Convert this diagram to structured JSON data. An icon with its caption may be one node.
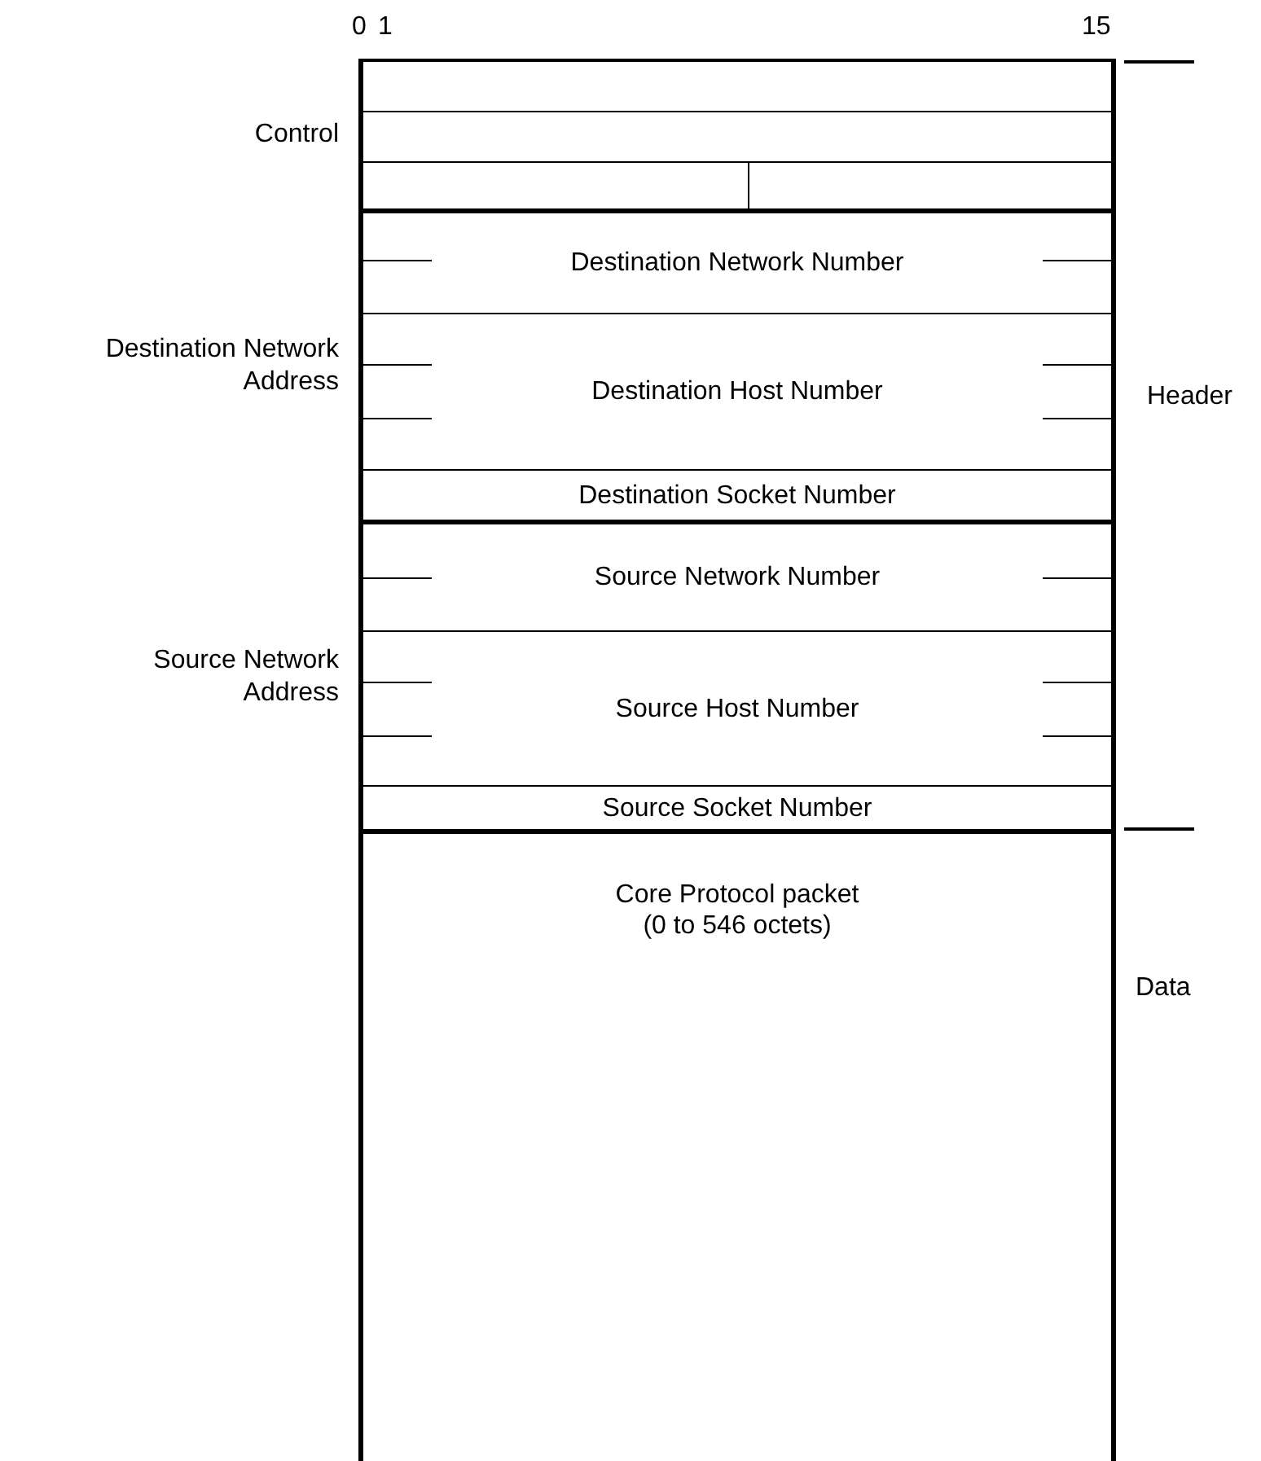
{
  "diagram": {
    "nodes": [
      {
        "text": [],
        "shape": "box",
        "beside": [
          "Control"
        ]
      },
      {
        "text": [],
        "shape": "box",
        "in": 0
      },
      {
        "text": [],
        "shape": "box",
        "in": 0
      },
      {
        "text": [],
        "shape": "box",
        "beside": [
          "Destination Network Address"
        ]
      },
      {
        "text": [
          "Destination Network Number"
        ],
        "in": 3
      },
      {
        "text": [
          "Destination Host Number"
        ],
        "in": 3
      },
      {
        "text": [
          "Destination Socket Number"
        ],
        "in": 3
      },
      {
        "text": [],
        "shape": "box",
        "beside": [
          "Source Network Address"
        ]
      },
      {
        "text": [
          "Source Network Number"
        ],
        "in": 7
      },
      {
        "text": [
          "Source Host Number"
        ],
        "in": 7
      },
      {
        "text": [
          "Source Socket Number"
        ],
        "in": 7
      },
      {
        "text": [
          "Core Protocol packet (0 to 546 octets)"
        ]
      }
    ],
    "labels": [
      "0",
      "1",
      "15",
      "Header",
      "Data"
    ]
  }
}
